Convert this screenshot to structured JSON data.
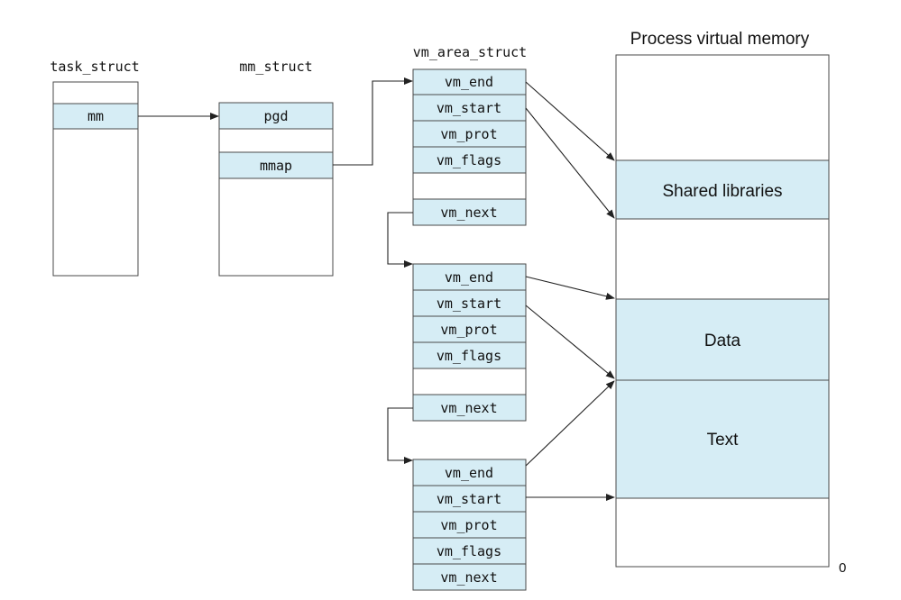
{
  "task_struct": {
    "title": "task_struct",
    "fields": [
      "mm"
    ]
  },
  "mm_struct": {
    "title": "mm_struct",
    "fields": [
      "pgd",
      "mmap"
    ]
  },
  "vm_area_struct": {
    "title": "vm_area_struct",
    "areas": [
      {
        "fields": [
          "vm_end",
          "vm_start",
          "vm_prot",
          "vm_flags",
          "",
          "vm_next"
        ]
      },
      {
        "fields": [
          "vm_end",
          "vm_start",
          "vm_prot",
          "vm_flags",
          "",
          "vm_next"
        ]
      },
      {
        "fields": [
          "vm_end",
          "vm_start",
          "vm_prot",
          "vm_flags",
          "vm_next"
        ]
      }
    ]
  },
  "process_memory": {
    "title": "Process virtual memory",
    "regions": [
      "Shared libraries",
      "Data",
      "Text"
    ],
    "bottom_label": "0"
  },
  "colors": {
    "cell_fill": "#d6edf5",
    "border": "#4a4a4a",
    "arrow": "#222222"
  }
}
